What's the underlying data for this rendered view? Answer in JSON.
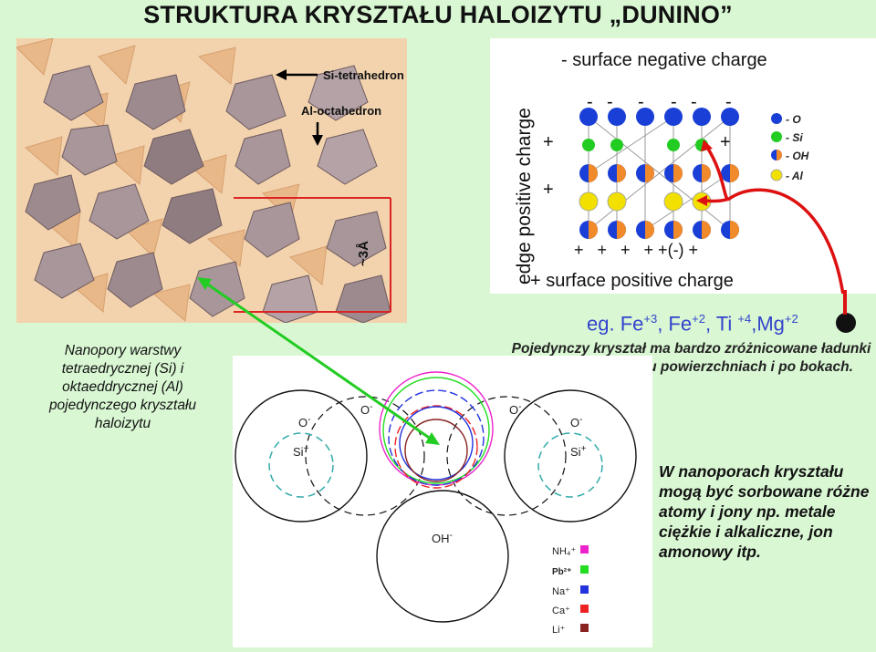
{
  "title": "STRUKTURA KRYSZTAŁU HALOIZYTU „DUNINO”",
  "structure": {
    "si_label": "Si-tetrahedron",
    "al_label": "Al-octahedron",
    "dimension": "~3Å"
  },
  "charge": {
    "top_label": "- surface negative charge",
    "bottom_label": "+ surface positive charge",
    "side_label": "edge positive charge",
    "top_signs": [
      "-",
      "-",
      "-",
      "-",
      "-",
      "-"
    ],
    "left_plus_1": "+",
    "left_plus_2": "+",
    "right_plus": "+",
    "bottom_signs": "+   +   +   + +(-) +",
    "legend": [
      {
        "label": "- O",
        "color": "#1a3fd6"
      },
      {
        "label": "- Si",
        "color": "#22cc22"
      },
      {
        "label": "- OH",
        "color": "#1a3fd6"
      },
      {
        "label": "- Al",
        "color": "#f2e000"
      }
    ]
  },
  "eg": {
    "prefix": "eg. Fe",
    "fe3": "+3",
    "sep1": ", Fe",
    "fe2": "+2",
    "sep2": ", Ti ",
    "ti": "+4",
    "sep3": ",Mg",
    "mg": "+2"
  },
  "captions": {
    "nano": "Nanopory warstwy tetraedrycznej (Si) i oktaeddrycznej (Al) pojedynczego kryształu haloizytu",
    "single": "Pojedynczy kryształ ma bardzo zróżnicowane ładunki elektryczne na obu powierzchniach i po bokach.",
    "sorb": "W nanoporach kryształu mogą być sorbowane różne atomy i jony np. metale ciężkie i alkaliczne, jon amonowy itp."
  },
  "sorption": {
    "o_label": "O",
    "o_sup": "-",
    "si_label": "Si",
    "si_sup": "+",
    "oh_label": "OH",
    "oh_sup": "-",
    "ions": [
      {
        "label": "NH₄⁺",
        "color": "#ee22cc"
      },
      {
        "label": "Pb²⁺",
        "color": "#22dd22"
      },
      {
        "label": "Na⁺",
        "color": "#2233dd"
      },
      {
        "label": "Ca⁺",
        "color": "#ee2222"
      },
      {
        "label": "Li⁺",
        "color": "#882222"
      }
    ]
  },
  "colors": {
    "background": "#d9f7d3",
    "arrow": "#22cc22",
    "red_line": "#dd1111",
    "title": "#111111"
  }
}
